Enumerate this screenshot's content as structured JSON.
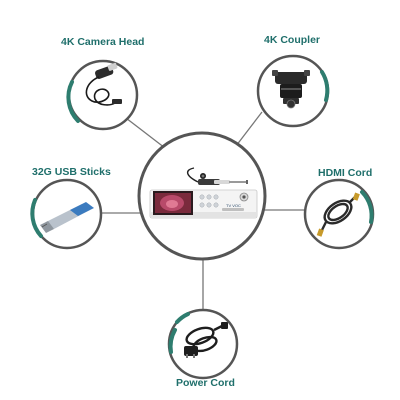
{
  "labels": {
    "camera_head": "4K Camera Head",
    "coupler": "4K Coupler",
    "usb": "32G USB Sticks",
    "hdmi": "HDMI Cord",
    "power": "Power Cord"
  },
  "device": {
    "brand_text": "TV VOC"
  },
  "colors": {
    "accent_green": "#2e7d6f",
    "ring_stroke": "#4a4a4a",
    "connector_line": "#777777",
    "label_text": "#1f6f6b"
  }
}
